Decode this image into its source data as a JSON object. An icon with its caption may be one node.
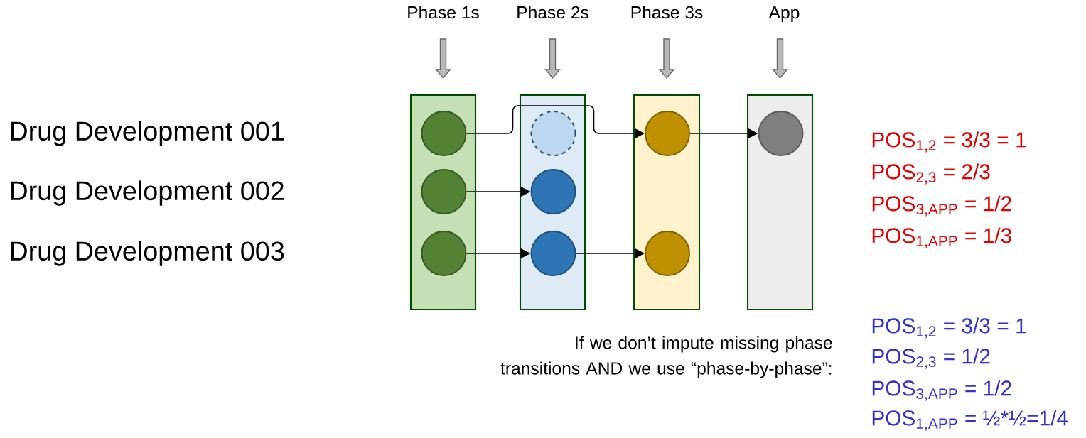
{
  "diagram": {
    "nodes": [
      {
        "text": [
          "Phase 1s"
        ]
      },
      {
        "text": [
          "Phase 2s"
        ]
      },
      {
        "text": [
          "Phase 3s"
        ]
      },
      {
        "text": [
          "App"
        ]
      },
      {
        "text": [],
        "shape": "circle",
        "in": 0
      },
      {
        "text": [],
        "shape": "circle",
        "in": 0
      },
      {
        "text": [],
        "shape": "circle",
        "in": 0
      },
      {
        "text": [],
        "shape": "circle",
        "in": 1
      },
      {
        "text": [],
        "shape": "circle",
        "in": 1
      },
      {
        "text": [],
        "shape": "circle",
        "in": 1
      },
      {
        "text": [],
        "shape": "circle",
        "in": 2
      },
      {
        "text": [],
        "shape": "circle",
        "in": 2
      },
      {
        "text": [],
        "shape": "circle",
        "in": 3
      }
    ],
    "edges": [
      {
        "from": 4,
        "to": 10,
        "arrow": "to"
      },
      {
        "from": 10,
        "to": 12,
        "arrow": "to"
      },
      {
        "from": 5,
        "to": 8,
        "arrow": "to"
      },
      {
        "from": 6,
        "to": 9,
        "arrow": "to"
      },
      {
        "from": 9,
        "to": 11,
        "arrow": "to"
      }
    ],
    "labels": [
      "Drug Development 001",
      "Drug Development 002",
      "Drug Development 003",
      "POS$_{1,2}$ = 3/3 = 1",
      "POS$_{2,3}$ = 2/3",
      "POS$_{3,APP}$ = 1/2",
      "POS$_{1,APP}$ = 1/3",
      "If we don’t impute missing phase transitions AND we use “phase-by-phase”:",
      "POS$_{1,2}$ = 3/3 = 1",
      "POS$_{2,3}$ = 1/2",
      "POS$_{3,APP}$ = 1/2",
      "POS$_{1,APP}$ = ½*½=1/4"
    ]
  }
}
